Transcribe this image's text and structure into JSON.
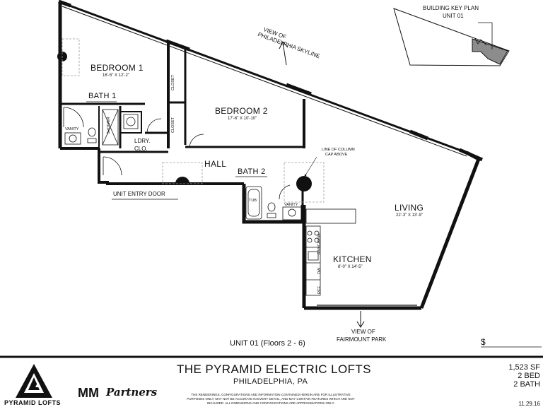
{
  "rooms": {
    "bedroom1": {
      "name": "BEDROOM 1",
      "dims": "16'-5\" X 12'-2\""
    },
    "bedroom2": {
      "name": "BEDROOM 2",
      "dims": "17'-6\" X 10'-10\""
    },
    "living": {
      "name": "LIVING",
      "dims": "22'-3\" X 13'-9\""
    },
    "kitchen": {
      "name": "KITCHEN",
      "dims": "8'-0\" X 14'-5\""
    },
    "bath1": "BATH 1",
    "bath2": "BATH 2",
    "hall": "HALL",
    "ldry": "LDRY.",
    "clo": "CLO."
  },
  "fixtures": {
    "closet": "CLOSET",
    "vanity": "VANITY",
    "shower": "SHOWER",
    "tub": "TUB",
    "sink": "SINK",
    "range": "RANGE",
    "dw": "DW",
    "ref": "REF"
  },
  "annotations": {
    "unit_entry_door": "UNIT ENTRY DOOR",
    "column_note_line1": "LINE OF COLUMN",
    "column_note_line2": "CAP ABOVE",
    "view_skyline_line1": "VIEW OF",
    "view_skyline_line2": "PHILADELPHIA SKYLINE",
    "view_park_line1": "VIEW OF",
    "view_park_line2": "FAIRMOUNT PARK"
  },
  "key_plan": {
    "title": "BUILDING KEY PLAN",
    "unit": "UNIT 01"
  },
  "unit_caption": "UNIT 01 (Floors 2 - 6)",
  "price_symbol": "$",
  "footer": {
    "logo_text": "PYRAMID LOFTS",
    "partners_mm": "MM",
    "partners_word": "Partners",
    "building_name": "THE PYRAMID ELECTRIC LOFTS",
    "location": "PHILADELPHIA, PA",
    "legal": "THE RENDERINGS, CONFIGURATIONS AND INFORMATION CONTAINED HEREIN ARE FOR ILLUSTRATIVE PURPOSES ONLY, MAY NOT BE ACCURATE IN EVERY DETAIL, AND MAY CONTAIN FEATURES WHICH ARE NOT INCLUDED. ALL DIMENSIONS AND CONFIGURATIONS ARE APPROXIMATIONS ONLY.",
    "sqft": "1,523 SF",
    "beds": "2 BED",
    "baths": "2 BATH",
    "date": "11.29.16"
  },
  "colors": {
    "wall": "#111111",
    "accent_gray": "#8c8c8c",
    "dashed": "#9a9a9a"
  }
}
